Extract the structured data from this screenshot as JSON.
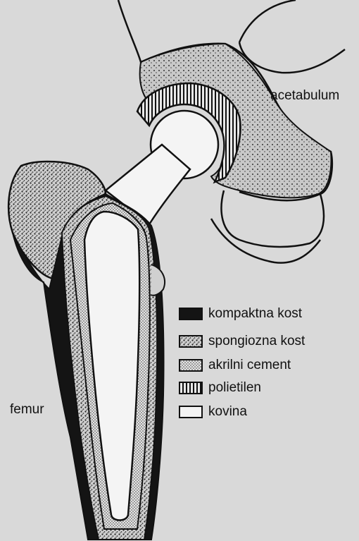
{
  "labels": {
    "acetabulum": "acetabulum",
    "femur": "femur"
  },
  "legend": [
    {
      "key": "compact",
      "icon": "compact-bone-swatch",
      "label": "kompaktna kost"
    },
    {
      "key": "spongy",
      "icon": "spongy-bone-swatch",
      "label": "spongiozna kost"
    },
    {
      "key": "cement",
      "icon": "acrylic-cement-swatch",
      "label": "akrilni cement"
    },
    {
      "key": "poly",
      "icon": "polyethylene-swatch",
      "label": "polietilen"
    },
    {
      "key": "metal",
      "icon": "metal-swatch",
      "label": "kovina"
    }
  ],
  "colors": {
    "paper": "#d9d9d9",
    "ink": "#111111",
    "metal": "#f4f4f4"
  }
}
